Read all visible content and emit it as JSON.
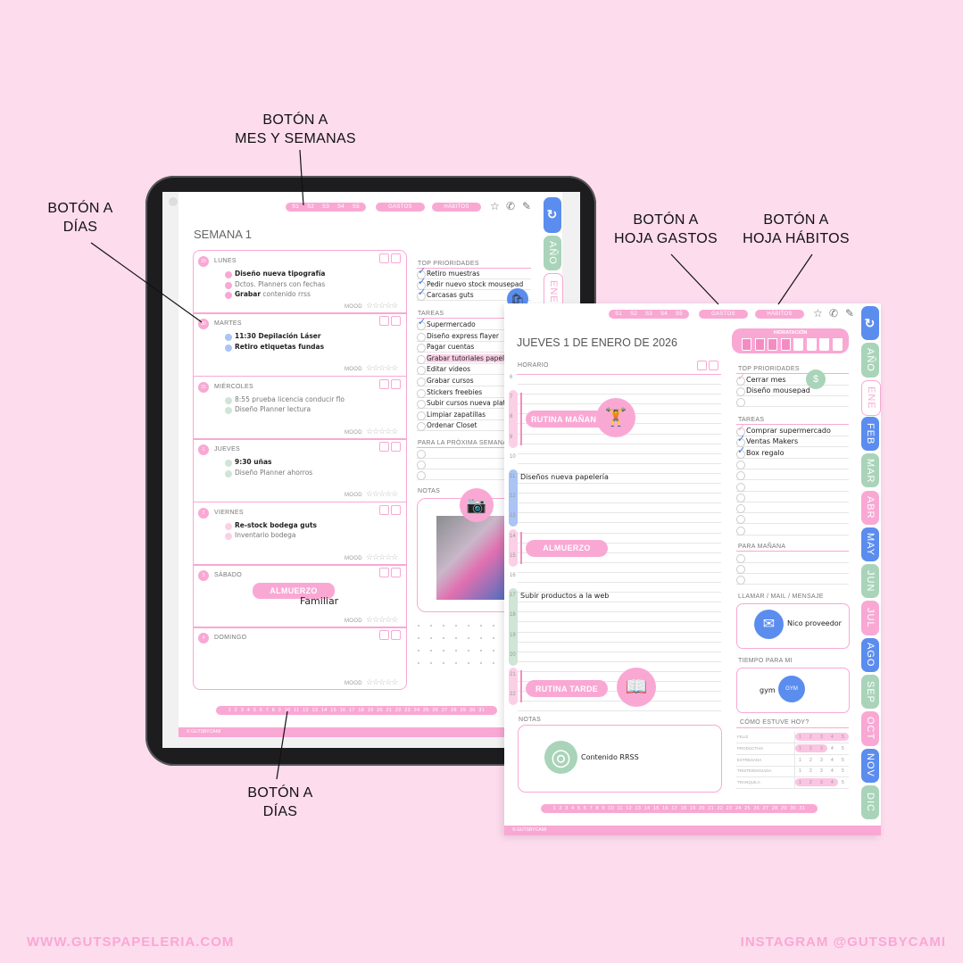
{
  "annotations": {
    "weeks_month": {
      "line1": "BOTÓN A",
      "line2": "MES Y SEMANAS"
    },
    "days_left": {
      "line1": "BOTÓN A",
      "line2": "DÍAS"
    },
    "expenses": {
      "line1": "BOTÓN A",
      "line2": "HOJA GASTOS"
    },
    "habits": {
      "line1": "BOTÓN A",
      "line2": "HOJA HÁBITOS"
    },
    "days_bottom": {
      "line1": "BOTÓN A",
      "line2": "DÍAS"
    }
  },
  "footer": {
    "website": "WWW.GUTSPAPELERIA.COM",
    "instagram": "INSTAGRAM @GUTSBYCAMI"
  },
  "colors": {
    "background": "#fddcee",
    "pink": "#f9a8d4",
    "blue": "#5b8def",
    "green": "#a9d4b9",
    "light_blue": "#a9c4f5",
    "light_green": "#cfe5d6",
    "light_pink": "#fbd0e6"
  },
  "nav": {
    "weeks": [
      "S1",
      "S2",
      "S3",
      "S4",
      "S5"
    ],
    "expenses": "GASTOS",
    "habits": "HÁBITOS",
    "icons": [
      "star-icon",
      "phone-icon",
      "pencil-icon"
    ],
    "icon_glyphs": [
      "☆",
      "✆",
      "✎"
    ]
  },
  "side_tabs": [
    {
      "label": "↻",
      "icon": "refresh-icon",
      "color": "blue"
    },
    {
      "label": "AÑO",
      "color": "green"
    },
    {
      "label": "ENE",
      "color": "white",
      "active": true
    },
    {
      "label": "FEB",
      "color": "blue"
    },
    {
      "label": "MAR",
      "color": "green"
    },
    {
      "label": "ABR",
      "color": "pink"
    },
    {
      "label": "MAY",
      "color": "blue"
    },
    {
      "label": "JUN",
      "color": "green"
    },
    {
      "label": "JUL",
      "color": "pink"
    },
    {
      "label": "AGO",
      "color": "blue"
    },
    {
      "label": "SEP",
      "color": "green"
    },
    {
      "label": "OCT",
      "color": "pink"
    },
    {
      "label": "NOV",
      "color": "blue"
    },
    {
      "label": "DIC",
      "color": "green"
    }
  ],
  "day_numbers": [
    "1",
    "2",
    "3",
    "4",
    "5",
    "6",
    "7",
    "8",
    "9",
    "10",
    "11",
    "12",
    "13",
    "14",
    "15",
    "16",
    "17",
    "18",
    "19",
    "20",
    "21",
    "22",
    "23",
    "24",
    "25",
    "26",
    "27",
    "28",
    "29",
    "30",
    "31"
  ],
  "copyright": "© GUTSBYCAMI",
  "weekly": {
    "title": "SEMANA 1",
    "mood_label": "MOOD",
    "mood_stars": "☆☆☆☆☆",
    "days": [
      {
        "num": "29",
        "name": "LUNES",
        "bullet": "pink",
        "items": [
          {
            "b": "Diseño nueva tipografía"
          },
          {
            "t": "Dctos. Planners con fechas"
          },
          {
            "b": "Grabar",
            "t": " contenido rrss"
          }
        ]
      },
      {
        "num": "30",
        "name": "MARTES",
        "bullet": "light_blue",
        "items": [
          {
            "b": "11:30 Depilación Láser"
          },
          {
            "b": "Retiro etiquetas fundas"
          }
        ]
      },
      {
        "num": "31",
        "name": "MIÉRCOLES",
        "bullet": "light_green",
        "items": [
          {
            "t": "8:55 prueba licencia conducir flo"
          },
          {
            "t": "Diseño Planner lectura"
          }
        ]
      },
      {
        "num": "1",
        "name": "JUEVES",
        "bullet": "light_green",
        "items": [
          {
            "b": "9:30 uñas"
          },
          {
            "t": "Diseño Planner ahorros"
          }
        ]
      },
      {
        "num": "2",
        "name": "VIERNES",
        "bullet": "light_pink",
        "items": [
          {
            "b": "Re-stock bodega guts"
          },
          {
            "t": "Inventario bodega"
          }
        ]
      },
      {
        "num": "3",
        "name": "SÁBADO",
        "bullet": "pink",
        "items": [],
        "event": {
          "pill": "ALMUERZO",
          "text": "Familiar"
        }
      },
      {
        "num": "4",
        "name": "DOMINGO",
        "bullet": "pink",
        "items": []
      }
    ],
    "top_priorities": {
      "label": "TOP PRIORIDADES",
      "items": [
        {
          "text": "Retiro muestras",
          "checked": true
        },
        {
          "text": "Pedir nuevo stock mousepad",
          "checked": true
        },
        {
          "text": "Carcasas guts",
          "checked": true
        }
      ]
    },
    "tasks": {
      "label": "TAREAS",
      "items": [
        {
          "text": "Supermercado",
          "checked": true
        },
        {
          "text": "Diseño express flayer"
        },
        {
          "text": "Pagar cuentas"
        },
        {
          "text": "Grabar tutoriales papelería",
          "highlight": true
        },
        {
          "text": "Editar videos"
        },
        {
          "text": "Grabar cursos"
        },
        {
          "text": "Stickers freebies"
        },
        {
          "text": "Subir cursos nueva platafo"
        },
        {
          "text": "Limpiar zapatillas"
        },
        {
          "text": "Ordenar Closet"
        }
      ]
    },
    "next_week": {
      "label": "PARA LA PRÓXIMA SEMANA",
      "items": [
        {
          "text": ""
        },
        {
          "text": ""
        },
        {
          "text": ""
        }
      ]
    },
    "notes_label": "NOTAS"
  },
  "daily": {
    "title": "JUEVES 1 DE ENERO DE 2026",
    "schedule_label": "HORARIO",
    "hours": [
      "6",
      "7",
      "8",
      "9",
      "10",
      "11",
      "12",
      "13",
      "14",
      "15",
      "16",
      "17",
      "18",
      "19",
      "20",
      "21",
      "22"
    ],
    "bands": [
      {
        "from": 7,
        "to": 9,
        "color": "light_pink",
        "routine": true
      },
      {
        "from": 11,
        "to": 13,
        "color": "light_blue"
      },
      {
        "from": 14,
        "to": 15,
        "color": "light_pink",
        "routine": true
      },
      {
        "from": 17,
        "to": 20,
        "color": "light_green"
      },
      {
        "from": 21,
        "to": 22,
        "color": "light_pink",
        "routine": true
      }
    ],
    "events": [
      {
        "hour": 8,
        "type": "pill",
        "text": "RUTINA MAÑANA",
        "icon": "dumbbell-icon",
        "glyph": "🏋"
      },
      {
        "hour": 11,
        "type": "text",
        "text": "Diseños nueva papelería"
      },
      {
        "hour": 14.5,
        "type": "pill",
        "text": "ALMUERZO"
      },
      {
        "hour": 17,
        "type": "text",
        "text": "Subir productos a la web"
      },
      {
        "hour": 21.6,
        "type": "pill",
        "text": "RUTINA TARDE",
        "icon": "book-icon",
        "glyph": "📖"
      }
    ],
    "notes": {
      "label": "NOTAS",
      "text": "Contenido RRSS",
      "icon": "instagram-icon"
    },
    "hydration": {
      "label": "HIDRATACIÓN",
      "glasses": 8,
      "filled": 4
    },
    "top_priorities": {
      "label": "TOP PRIORIDADES",
      "icon": "dollar-icon",
      "items": [
        {
          "text": "Cerrar mes",
          "checked": true,
          "check_color": "pink"
        },
        {
          "text": "Diseño mousepad"
        },
        {
          "text": ""
        }
      ]
    },
    "tasks": {
      "label": "TAREAS",
      "items": [
        {
          "text": "Comprar supermercado",
          "checked": true,
          "check_color": "pink"
        },
        {
          "text": "Ventas Makers",
          "checked": true,
          "check_color": "blue"
        },
        {
          "text": "Box regalo",
          "checked": true,
          "check_color": "blue"
        },
        {
          "text": ""
        },
        {
          "text": ""
        },
        {
          "text": ""
        },
        {
          "text": ""
        },
        {
          "text": ""
        },
        {
          "text": ""
        },
        {
          "text": ""
        }
      ]
    },
    "tomorrow": {
      "label": "PARA MAÑANA",
      "items": [
        {
          "text": ""
        },
        {
          "text": ""
        },
        {
          "text": ""
        }
      ]
    },
    "contact": {
      "label": "LLAMAR / MAIL / MENSAJE",
      "text": "Nico proveedor",
      "icon": "mail-icon"
    },
    "me_time": {
      "label": "TIEMPO PARA MI",
      "text": "gym",
      "icon": "gym-sign-icon"
    },
    "mood": {
      "label": "CÓMO ESTUVE HOY?",
      "scale": [
        "1",
        "2",
        "3",
        "4",
        "5"
      ],
      "rows": [
        {
          "name": "FELIZ",
          "value": 5
        },
        {
          "name": "PRODUCTIVA",
          "value": 3
        },
        {
          "name": "ESTRESADA",
          "value": 0
        },
        {
          "name": "TRISTE/ENOJADA",
          "value": 0
        },
        {
          "name": "TRANQUILA",
          "value": 4
        }
      ]
    }
  }
}
